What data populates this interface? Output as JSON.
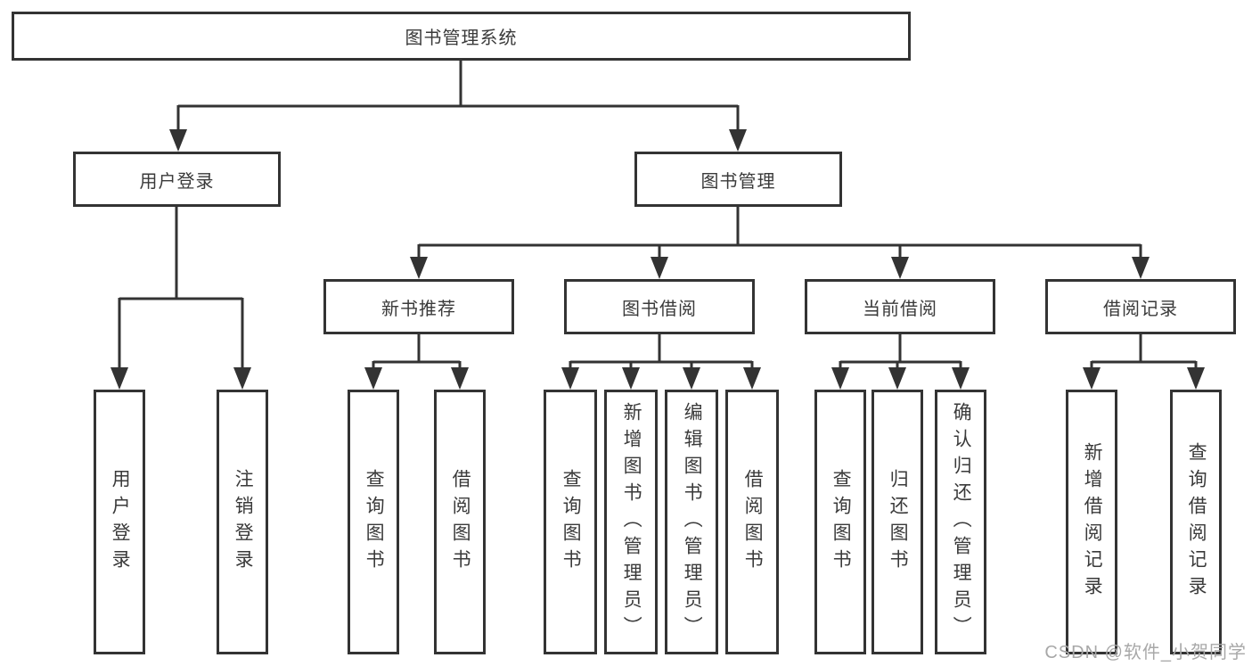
{
  "tree": {
    "root": {
      "label": "图书管理系统",
      "children": [
        {
          "label": "用户登录",
          "children": [
            {
              "label": "用户登录"
            },
            {
              "label": "注销登录"
            }
          ]
        },
        {
          "label": "图书管理",
          "children": [
            {
              "label": "新书推荐",
              "children": [
                {
                  "label": "查询图书"
                },
                {
                  "label": "借阅图书"
                }
              ]
            },
            {
              "label": "图书借阅",
              "children": [
                {
                  "label": "查询图书"
                },
                {
                  "label": "新增图书（管理员）"
                },
                {
                  "label": "编辑图书（管理员）"
                },
                {
                  "label": "借阅图书"
                }
              ]
            },
            {
              "label": "当前借阅",
              "children": [
                {
                  "label": "查询图书"
                },
                {
                  "label": "归还图书"
                },
                {
                  "label": "确认归还（管理员）"
                }
              ]
            },
            {
              "label": "借阅记录",
              "children": [
                {
                  "label": "新增借阅记录"
                },
                {
                  "label": "查询借阅记录"
                }
              ]
            }
          ]
        }
      ]
    }
  },
  "watermark": "CSDN @软件_小贺同学",
  "colors": {
    "line": "#333333",
    "text": "#3a3a3a",
    "background": "#ffffff",
    "watermark": "#a8a8a8"
  }
}
